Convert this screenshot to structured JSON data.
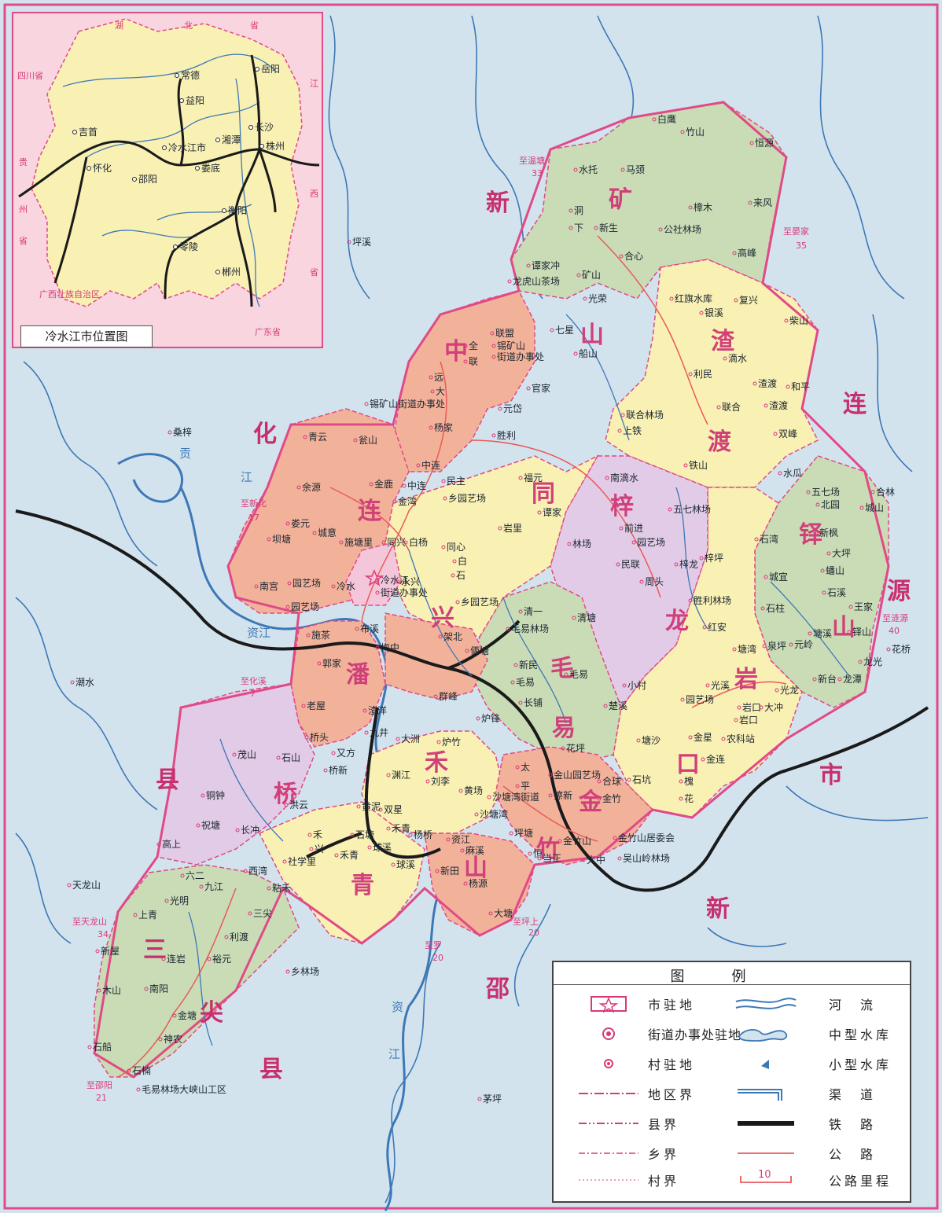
{
  "map": {
    "colors": {
      "water": "#d3e3ee",
      "river": "#3d78b6",
      "railway": "#1a1a1a",
      "road": "#ea5a5a",
      "boundary": "#e04a86",
      "region_label": "#d0407a",
      "yellow": "#f9f0b4",
      "green": "#c9dcb6",
      "salmon": "#f2b29a",
      "pink": "#f4c6d9",
      "purple": "#e2cbe6",
      "inset_bg": "#f8d5df"
    },
    "regions": [
      {
        "name_top": "中",
        "name_bottom": "连"
      },
      {
        "name": "连"
      },
      {
        "name": "同"
      },
      {
        "name": "梓"
      },
      {
        "name": "龙"
      },
      {
        "name": "兴"
      },
      {
        "name": "潘"
      },
      {
        "name": "毛"
      },
      {
        "name": "易"
      },
      {
        "name": "禾"
      },
      {
        "name": "金"
      },
      {
        "name": "竹"
      },
      {
        "name": "桥"
      },
      {
        "name": "青"
      },
      {
        "name": "山"
      },
      {
        "name": "岩"
      },
      {
        "name": "口"
      },
      {
        "name": "渣"
      },
      {
        "name": "渡"
      },
      {
        "name": "矿"
      },
      {
        "name": "山2"
      },
      {
        "name": "铎"
      },
      {
        "name": "山3"
      }
    ],
    "neighbor_labels": [
      "新",
      "化",
      "县",
      "连",
      "源",
      "市",
      "新",
      "邵",
      "三",
      "尖",
      "县"
    ],
    "places": [
      "白鹰",
      "竹山",
      "恒源",
      "水托",
      "马颈",
      "洞",
      "下",
      "新生",
      "樟木",
      "来风",
      "公社林场",
      "高峰",
      "谭家冲",
      "龙虎山茶场",
      "合心",
      "矿山",
      "光荣",
      "七星",
      "船山",
      "红旗水库",
      "银溪",
      "复兴",
      "柴山",
      "滴水",
      "利民",
      "联合",
      "渣渡",
      "和平",
      "渣渡2",
      "联合林场",
      "上铁",
      "双峰",
      "铁山",
      "水瓜",
      "五七场",
      "北园",
      "合林",
      "城山",
      "新枫",
      "大坪",
      "石湾",
      "城宜",
      "蟠山",
      "石溪",
      "王家",
      "石柱",
      "泉坪",
      "元岭",
      "塘溪",
      "铎山",
      "花桥",
      "龙光",
      "新台",
      "龙潭",
      "光龙",
      "大冲",
      "南滴水",
      "五七林场",
      "前进",
      "园艺场",
      "梓坪",
      "林场",
      "民联",
      "周头",
      "梓龙",
      "胜利林场",
      "红安",
      "塘湾",
      "光溪",
      "园艺场2",
      "岩口",
      "岩口2",
      "金星",
      "农科站",
      "金连",
      "槐",
      "花",
      "全",
      "联",
      "联盟",
      "锡矿山",
      "街道办事处",
      "远",
      "大",
      "锡矿山街道办事处",
      "元岱",
      "官家",
      "青云",
      "瓮山",
      "杨家",
      "胜利",
      "中连",
      "金鹿",
      "中连2",
      "民主",
      "福元",
      "金湾",
      "乡园艺场",
      "余源",
      "谭家",
      "岩里",
      "娄元",
      "城意",
      "坝塘",
      "施塘里",
      "同兴",
      "白杨",
      "同心",
      "白",
      "石",
      "南宫",
      "园艺场3",
      "冷水",
      "冷水江",
      "街道办事处2",
      "永兴",
      "乡园艺场2",
      "园艺场4",
      "施茶",
      "布溪",
      "郭家",
      "梅中",
      "架北",
      "俩塘",
      "清一",
      "毛易林场",
      "清塘",
      "毛易",
      "新民",
      "毛易2",
      "长铺",
      "小村",
      "楚溪",
      "花坪",
      "塘沙",
      "群峰",
      "炉锋",
      "老屋",
      "渣洋",
      "九井",
      "大洲",
      "桥头",
      "炉竹",
      "又方",
      "茂山",
      "石山",
      "桥新",
      "刘李",
      "黄场",
      "太",
      "平",
      "金山园艺场",
      "合球",
      "石坑",
      "擦新",
      "金竹",
      "渊江",
      "沙塘湾街道",
      "双星",
      "洪云",
      "铜钟",
      "黄泥",
      "沙塘湾",
      "祝塘",
      "长冲",
      "坪塘",
      "金竹山居委会",
      "高上",
      "禾",
      "兴",
      "石塘",
      "禾青",
      "杨桥",
      "资江",
      "麻溪",
      "恒",
      "当正",
      "金竹山",
      "大中",
      "吴山岭林场",
      "社学里",
      "禾青2",
      "球溪",
      "球溪2",
      "新田",
      "杨源",
      "大塘",
      "六二",
      "九江",
      "西湾",
      "粘禾",
      "光明",
      "三尖",
      "上青",
      "利渡",
      "新屋",
      "连岩",
      "裕元",
      "乡林场",
      "木山",
      "南阳",
      "金塘",
      "神农",
      "石船",
      "石楠",
      "毛易林场大峡山工区",
      "天龙山",
      "坪溪",
      "桑梓",
      "潮水",
      "茅坪"
    ],
    "cross_refs": [
      "至温塘",
      "33",
      "至晏家",
      "35",
      "至新化",
      "17",
      "至化溪",
      "7",
      "至天龙山",
      "34",
      "至坪上",
      "20",
      "至罗",
      "20",
      "至涟源",
      "40",
      "至邵阳",
      "21"
    ],
    "rivers": [
      "资",
      "江",
      "资",
      "江",
      "资江",
      "贡",
      "江"
    ]
  },
  "inset": {
    "caption": "冷水江市位置图",
    "provinces": [
      "湖",
      "北",
      "省",
      "四川省",
      "贵",
      "州",
      "省",
      "江",
      "西",
      "省",
      "广西壮族自治区",
      "广东省"
    ],
    "cities": [
      "常德",
      "岳阳",
      "益阳",
      "吉首",
      "长沙",
      "湘潭",
      "株州",
      "冷水江市",
      "怀化",
      "娄底",
      "邵阳",
      "衡阳",
      "零陵",
      "郴州"
    ]
  },
  "legend": {
    "title": "图例",
    "items": [
      {
        "label": "市驻地"
      },
      {
        "label": "河流"
      },
      {
        "label": "街道办事处驻地"
      },
      {
        "label": "中型水库"
      },
      {
        "label": "村驻地"
      },
      {
        "label": "小型水库"
      },
      {
        "label": "地区界"
      },
      {
        "label": "渠道"
      },
      {
        "label": "县界"
      },
      {
        "label": "铁路"
      },
      {
        "label": "乡界"
      },
      {
        "label": "公路"
      },
      {
        "label": "村界"
      },
      {
        "label": "公路里程"
      }
    ],
    "mileage_value": "10"
  }
}
